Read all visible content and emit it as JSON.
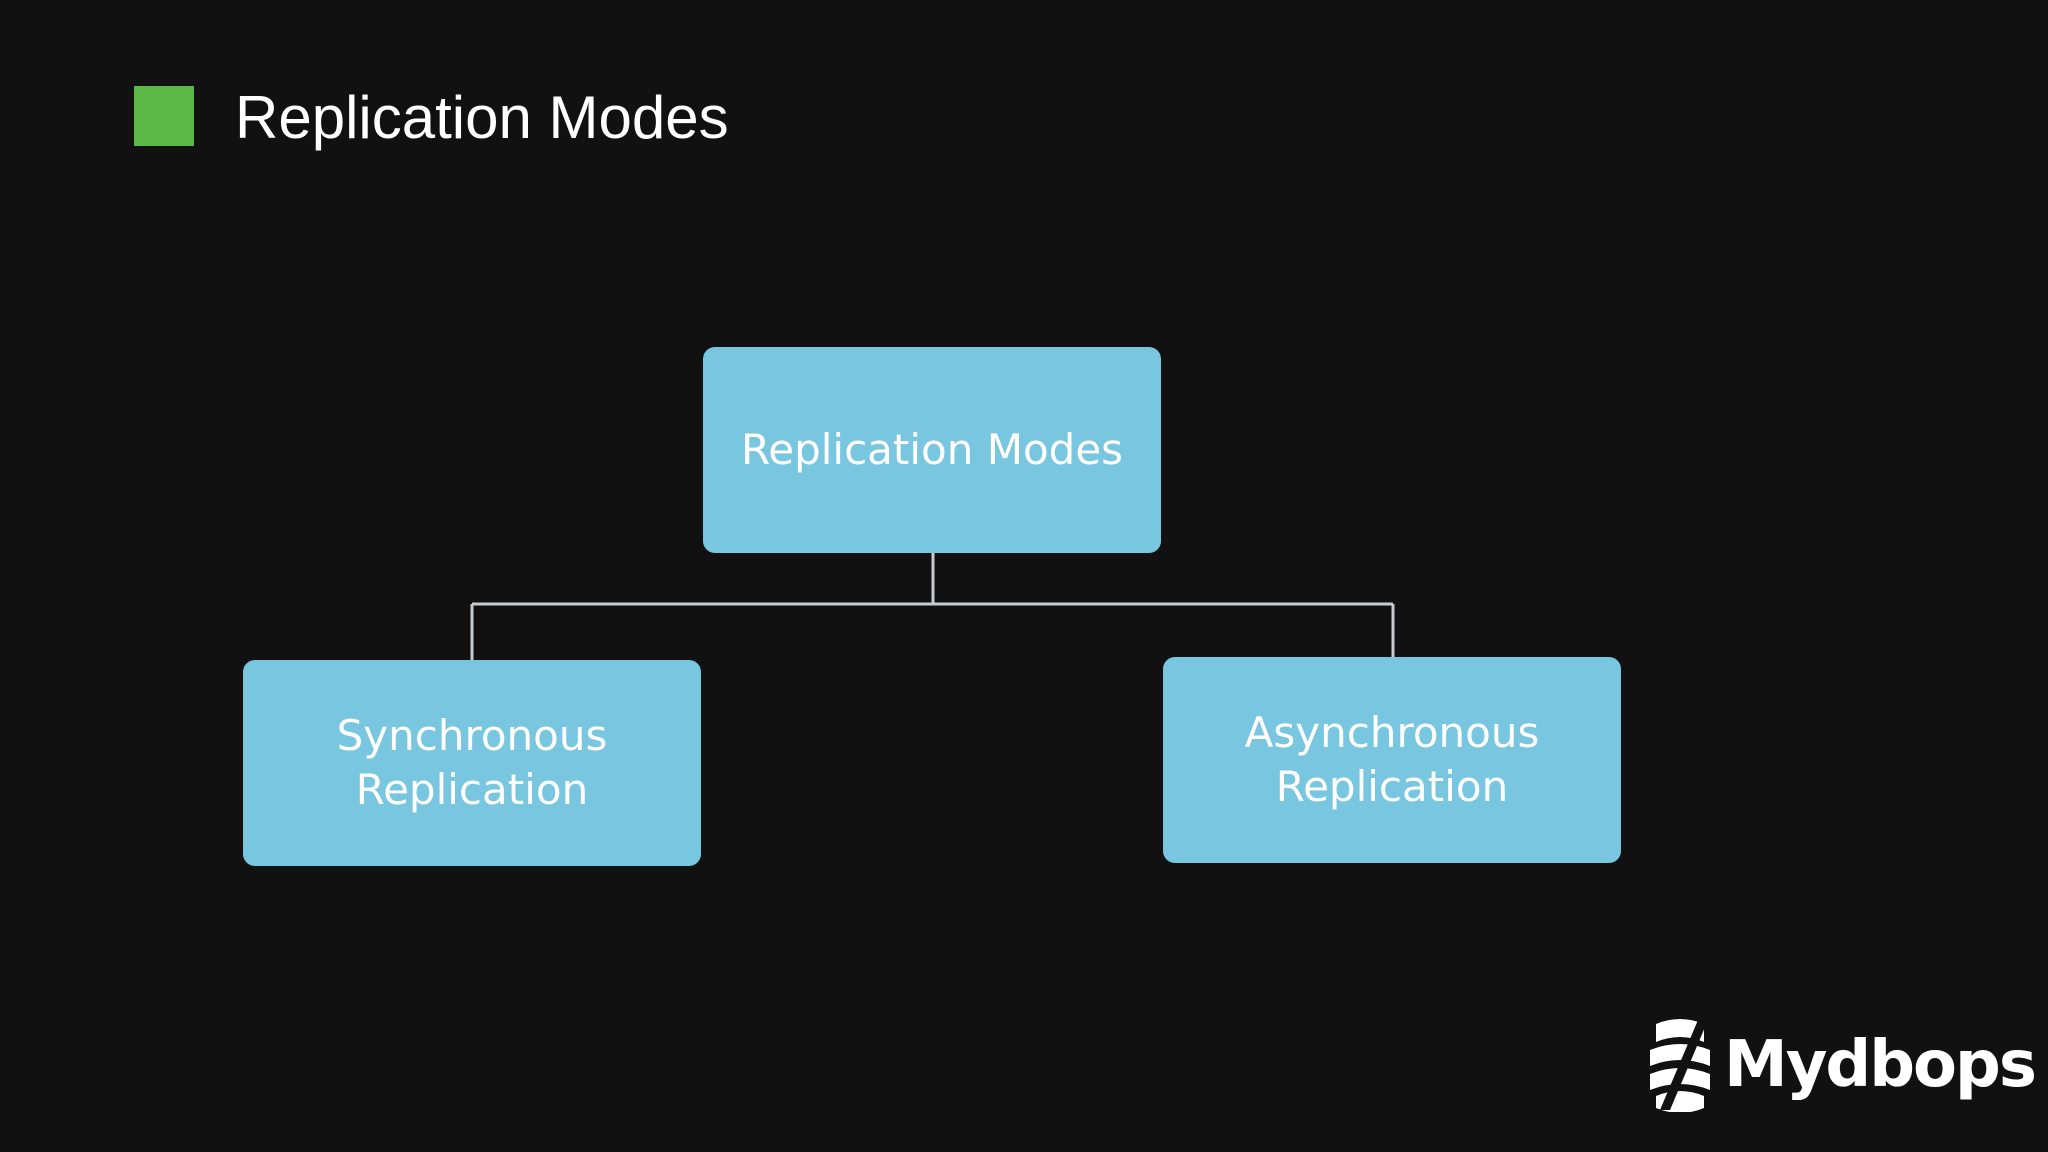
{
  "slide": {
    "title": "Replication Modes",
    "accent_color": "#5db945"
  },
  "diagram": {
    "type": "tree",
    "root": {
      "label": "Replication Modes"
    },
    "children": [
      {
        "label": "Synchronous\nReplication"
      },
      {
        "label": "Asynchronous\nReplication"
      }
    ],
    "node_color": "#78c6df",
    "connector_color": "#c9cccf"
  },
  "branding": {
    "logo_text": "Mydbops",
    "logo_icon": "mydbops-logo-icon"
  }
}
